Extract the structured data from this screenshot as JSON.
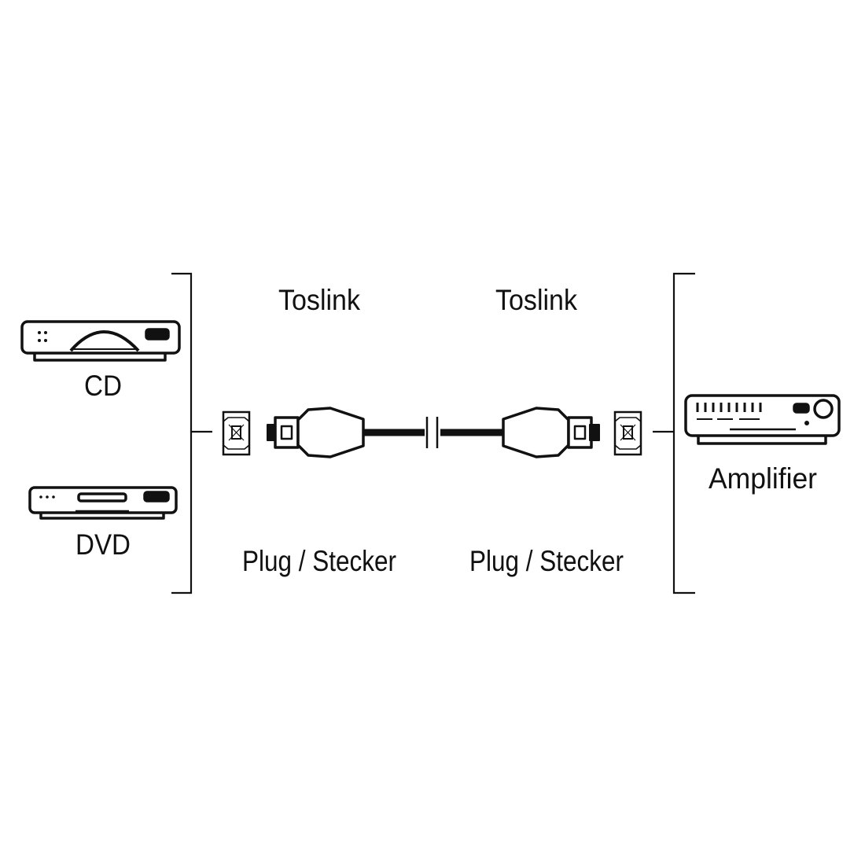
{
  "colors": {
    "line": "#111111",
    "background": "#ffffff"
  },
  "left_devices": {
    "cd_label": "CD",
    "dvd_label": "DVD"
  },
  "right_device": {
    "label": "Amplifier"
  },
  "left_connector": {
    "type_label": "Toslink",
    "kind_label": "Plug / Stecker"
  },
  "right_connector": {
    "type_label": "Toslink",
    "kind_label": "Plug / Stecker"
  },
  "icons": [
    "cd-player-icon",
    "dvd-player-icon",
    "amplifier-icon",
    "socket-icon",
    "toslink-plug-icon"
  ]
}
